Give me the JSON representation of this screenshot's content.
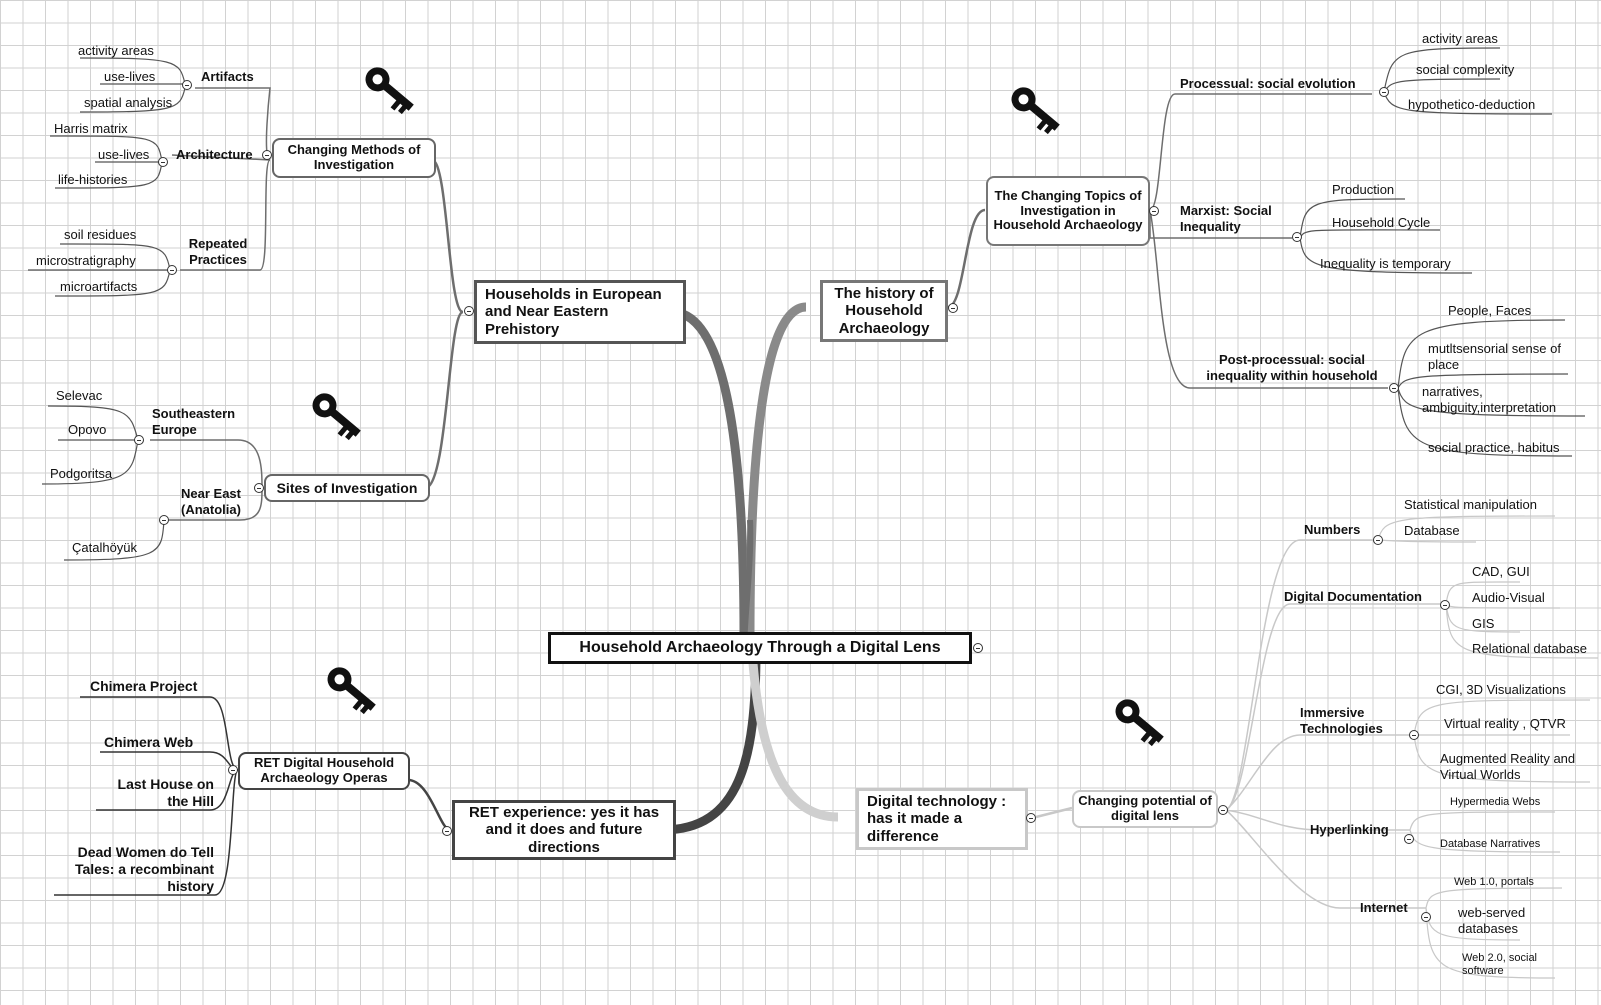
{
  "central": {
    "label": "Household Archaeology Through a Digital Lens"
  },
  "colors": {
    "dark": "#333333",
    "mid": "#6e6e6e",
    "light": "#c8c8c8",
    "grid": "#d2d2d2"
  },
  "icons": {
    "key": "key-icon"
  },
  "households": {
    "label": "Households in European and Near Eastern Prehistory",
    "methods": {
      "label": "Changing Methods of Investigation",
      "artifacts": {
        "label": "Artifacts",
        "items": [
          "activity areas",
          "use-lives",
          "spatial analysis"
        ]
      },
      "architecture": {
        "label": "Architecture",
        "items": [
          "Harris matrix",
          "use-lives",
          "life-histories"
        ]
      },
      "practices": {
        "label": "Repeated Practices",
        "items": [
          "soil residues",
          "microstratigraphy",
          "microartifacts"
        ]
      }
    },
    "sites": {
      "label": "Sites of Investigation",
      "se_europe": {
        "label": "Southeastern Europe",
        "items": [
          "Selevac",
          "Opovo",
          "Podgoritsa"
        ]
      },
      "near_east": {
        "label": "Near East (Anatolia)",
        "items": [
          "Çatalhöyük"
        ]
      }
    }
  },
  "history": {
    "label": "The history of Household Archaeology",
    "topics": {
      "label": "The Changing Topics of Investigation in Household Archaeology",
      "processual": {
        "label": "Processual: social evolution",
        "items": [
          "activity areas",
          "social complexity",
          "hypothetico-deduction"
        ]
      },
      "marxist": {
        "label": "Marxist: Social Inequality",
        "items": [
          "Production",
          "Household Cycle",
          "Inequality is temporary"
        ]
      },
      "postproc": {
        "label": "Post-processual: social inequality within household",
        "items": [
          "People, Faces",
          "mutltsensorial sense of place",
          "narratives, ambiguity,interpretation",
          "social practice, habitus"
        ]
      }
    }
  },
  "ret": {
    "label": "RET experience: yes it has and it does and future directions",
    "operas": {
      "label": "RET Digital Household Archaeology Operas",
      "items": [
        "Chimera Project",
        "Chimera Web",
        "Last House on the Hill",
        "Dead Women do Tell Tales: a recombinant history"
      ]
    }
  },
  "digital": {
    "label": "Digital technology : has it made a difference",
    "potential": {
      "label": "Changing potential of digital lens",
      "numbers": {
        "label": "Numbers",
        "items": [
          "Statistical manipulation",
          "Database"
        ]
      },
      "documentation": {
        "label": "Digital Documentation",
        "items": [
          "CAD, GUI",
          "Audio-Visual",
          "GIS",
          "Relational database"
        ]
      },
      "immersive": {
        "label": "Immersive Technologies",
        "items": [
          "CGI, 3D Visualizations",
          "Virtual reality , QTVR",
          "Augmented Reality and Virtual Worlds"
        ]
      },
      "hyperlinking": {
        "label": "Hyperlinking",
        "items": [
          "Hypermedia Webs",
          "Database Narratives"
        ]
      },
      "internet": {
        "label": "Internet",
        "items": [
          "Web 1.0, portals",
          "web-served databases",
          "Web 2.0, social software"
        ]
      }
    }
  }
}
